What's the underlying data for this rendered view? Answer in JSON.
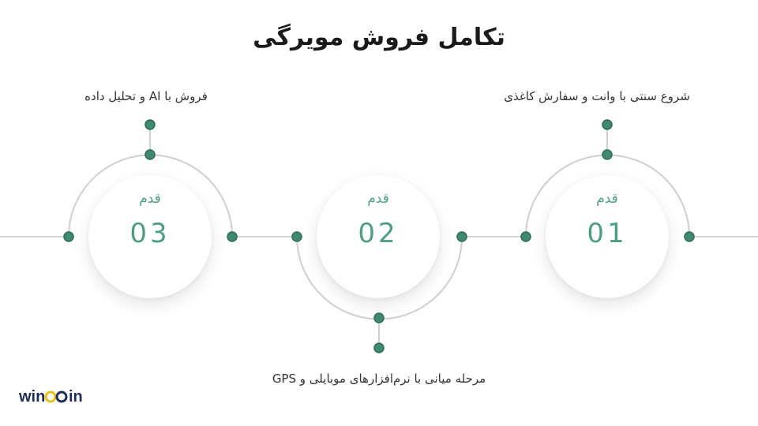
{
  "title": "تکامل فروش مویرگی",
  "steps": [
    {
      "label": "قدم",
      "number": "01",
      "caption": "شروع سنتی با وانت و سفارش کاغذی"
    },
    {
      "label": "قدم",
      "number": "02",
      "caption": "مرحله میانی با نرم‌افزارهای موبایلی و GPS"
    },
    {
      "label": "قدم",
      "number": "03",
      "caption": "فروش با AI و تحلیل داده"
    }
  ],
  "logo": {
    "text": "wincoin",
    "icon": "wincoin-logo"
  },
  "colors": {
    "accent": "#4f9e84",
    "dot": "#3f8a6f",
    "line": "#d4d4d4",
    "arc": "#cfcfcf",
    "title": "#1a1a1a",
    "logo_text": "#1f2d5a",
    "logo_ring": "#e8c21a"
  }
}
